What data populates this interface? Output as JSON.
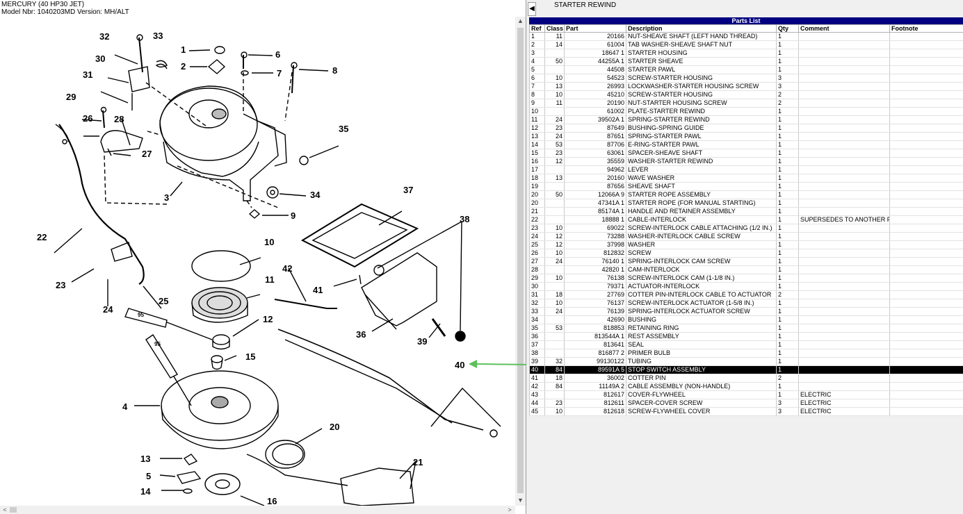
{
  "header": {
    "line1": "MERCURY (40 HP30 JET)",
    "line2": "Model Nbr: 1040203MD   Version: MH/ALT"
  },
  "section_title": "STARTER REWIND",
  "collapse_glyph": "◀",
  "scroll_glyphs": {
    "up": "▲",
    "down": "▼",
    "left": "<",
    "right": ">"
  },
  "parts_list": {
    "title": "Parts List",
    "columns": [
      "Ref",
      "Class",
      "Part",
      "Description",
      "Qty",
      "Comment",
      "Footnote"
    ],
    "selected_ref": "40",
    "rows": [
      [
        "1",
        "11",
        "20166",
        "NUT-SHEAVE SHAFT (LEFT HAND THREAD)",
        "1",
        "",
        ""
      ],
      [
        "2",
        "14",
        "61004",
        "TAB WASHER-SHEAVE SHAFT NUT",
        "1",
        "",
        ""
      ],
      [
        "3",
        "",
        "18647 1",
        "STARTER HOUSING",
        "1",
        "",
        ""
      ],
      [
        "4",
        "50",
        "44255A 1",
        "STARTER SHEAVE",
        "1",
        "",
        ""
      ],
      [
        "5",
        "",
        "44508",
        "STARTER PAWL",
        "1",
        "",
        ""
      ],
      [
        "6",
        "10",
        "54523",
        "SCREW-STARTER HOUSING",
        "3",
        "",
        ""
      ],
      [
        "7",
        "13",
        "26993",
        "LOCKWASHER-STARTER HOUSING SCREW",
        "3",
        "",
        ""
      ],
      [
        "8",
        "10",
        "45210",
        "SCREW-STARTER HOUSING",
        "2",
        "",
        ""
      ],
      [
        "9",
        "11",
        "20190",
        "NUT-STARTER HOUSING SCREW",
        "2",
        "",
        ""
      ],
      [
        "10",
        "",
        "61002",
        "PLATE-STARTER REWIND",
        "1",
        "",
        ""
      ],
      [
        "11",
        "24",
        "39502A 1",
        "SPRING-STARTER REWIND",
        "1",
        "",
        ""
      ],
      [
        "12",
        "23",
        "87649",
        "BUSHING-SPRING GUIDE",
        "1",
        "",
        ""
      ],
      [
        "13",
        "24",
        "87651",
        "SPRING-STARTER PAWL",
        "1",
        "",
        ""
      ],
      [
        "14",
        "53",
        "87706",
        "E-RING-STARTER PAWL",
        "1",
        "",
        ""
      ],
      [
        "15",
        "23",
        "63061",
        "SPACER-SHEAVE SHAFT",
        "1",
        "",
        ""
      ],
      [
        "16",
        "12",
        "35559",
        "WASHER-STARTER REWIND",
        "1",
        "",
        ""
      ],
      [
        "17",
        "",
        "94962",
        "LEVER",
        "1",
        "",
        ""
      ],
      [
        "18",
        "13",
        "20160",
        "WAVE WASHER",
        "1",
        "",
        ""
      ],
      [
        "19",
        "",
        "87656",
        "SHEAVE SHAFT",
        "1",
        "",
        ""
      ],
      [
        "20",
        "50",
        "12066A 9",
        "STARTER ROPE ASSEMBLY",
        "1",
        "",
        ""
      ],
      [
        "20",
        "",
        "47341A 1",
        "STARTER ROPE (FOR MANUAL STARTING)",
        "1",
        "",
        ""
      ],
      [
        "21",
        "",
        "85174A 1",
        "HANDLE AND RETAINER ASSEMBLY",
        "1",
        "",
        ""
      ],
      [
        "22",
        "",
        "18888 1",
        "CABLE-INTERLOCK",
        "1",
        "SUPERSEDES TO ANOTHER PA",
        ""
      ],
      [
        "23",
        "10",
        "69022",
        "SCREW-INTERLOCK CABLE ATTACHING (1/2 IN.)",
        "1",
        "",
        ""
      ],
      [
        "24",
        "12",
        "73288",
        "WASHER-INTERLOCK CABLE SCREW",
        "1",
        "",
        ""
      ],
      [
        "25",
        "12",
        "37998",
        "WASHER",
        "1",
        "",
        ""
      ],
      [
        "26",
        "10",
        "812832",
        "SCREW",
        "1",
        "",
        ""
      ],
      [
        "27",
        "24",
        "76140 1",
        "SPRING-INTERLOCK CAM SCREW",
        "1",
        "",
        ""
      ],
      [
        "28",
        "",
        "42820 1",
        "CAM-INTERLOCK",
        "1",
        "",
        ""
      ],
      [
        "29",
        "10",
        "76138",
        "SCREW-INTERLOCK CAM (1-1/8 IN.)",
        "1",
        "",
        ""
      ],
      [
        "30",
        "",
        "79371",
        "ACTUATOR-INTERLOCK",
        "1",
        "",
        ""
      ],
      [
        "31",
        "18",
        "27769",
        "COTTER PIN-INTERLOCK CABLE TO ACTUATOR",
        "2",
        "",
        ""
      ],
      [
        "32",
        "10",
        "76137",
        "SCREW-INTERLOCK ACTUATOR (1-5/8 IN.)",
        "1",
        "",
        ""
      ],
      [
        "33",
        "24",
        "76139",
        "SPRING-INTERLOCK ACTUATOR SCREW",
        "1",
        "",
        ""
      ],
      [
        "34",
        "",
        "42690",
        "BUSHING",
        "1",
        "",
        ""
      ],
      [
        "35",
        "53",
        "818853",
        "RETAINING RING",
        "1",
        "",
        ""
      ],
      [
        "36",
        "",
        "813544A 1",
        "REST ASSEMBLY",
        "1",
        "",
        ""
      ],
      [
        "37",
        "",
        "813641",
        "  SEAL",
        "1",
        "",
        ""
      ],
      [
        "38",
        "",
        "816877 2",
        "PRIMER BULB",
        "1",
        "",
        ""
      ],
      [
        "39",
        "32",
        "99130122",
        "TUBING",
        "1",
        "",
        ""
      ],
      [
        "40",
        "84",
        "89591A 5",
        "STOP SWITCH ASSEMBLY",
        "1",
        "",
        ""
      ],
      [
        "41",
        "18",
        "36002",
        "COTTER PIN",
        "2",
        "",
        ""
      ],
      [
        "42",
        "84",
        "11149A 2",
        "CABLE ASSEMBLY (NON-HANDLE)",
        "1",
        "",
        ""
      ],
      [
        "43",
        "",
        "812617",
        "COVER-FLYWHEEL",
        "1",
        "ELECTRIC",
        ""
      ],
      [
        "44",
        "23",
        "812611",
        "SPACER-COVER SCREW",
        "3",
        "ELECTRIC",
        ""
      ],
      [
        "45",
        "10",
        "812618",
        "SCREW-FLYWHEEL COVER",
        "3",
        "ELECTRIC",
        ""
      ]
    ]
  },
  "diagram": {
    "callouts": [
      "1",
      "2",
      "3",
      "4",
      "5",
      "6",
      "7",
      "8",
      "9",
      "10",
      "11",
      "12",
      "13",
      "14",
      "15",
      "20",
      "21",
      "22",
      "23",
      "24",
      "25",
      "26",
      "27",
      "28",
      "29",
      "30",
      "31",
      "32",
      "33",
      "34",
      "35",
      "36",
      "37",
      "38",
      "39",
      "40",
      "41",
      "42",
      "16"
    ],
    "tube_label": "95",
    "arrow_color": "#5cc05c"
  }
}
